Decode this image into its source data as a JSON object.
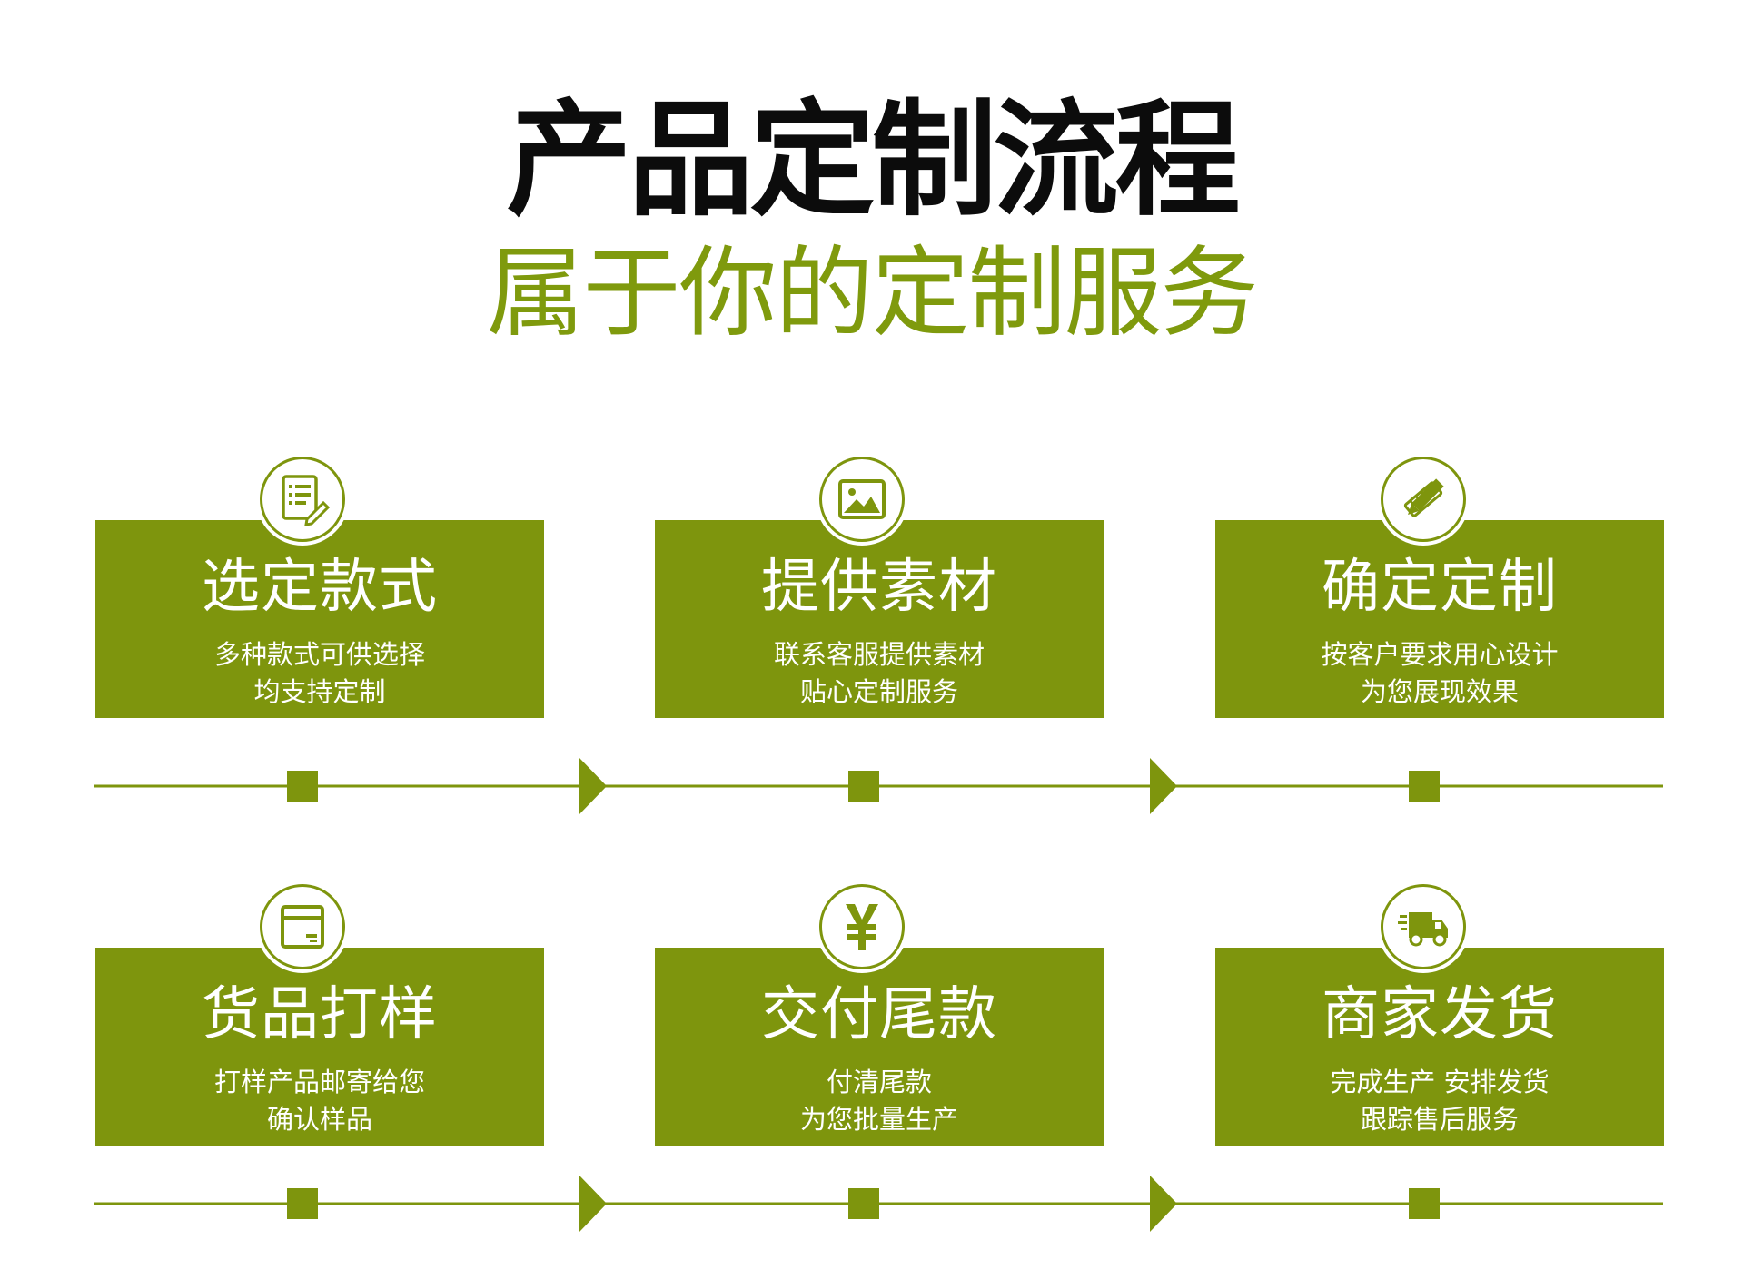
{
  "header": {
    "title": "产品定制流程",
    "subtitle": "属于你的定制服务"
  },
  "colors": {
    "accent": "#7e950d",
    "subtitle": "#7f9a0d",
    "title": "#0c0c0c",
    "background": "#ffffff"
  },
  "steps": [
    {
      "title": "选定款式",
      "desc": [
        "多种款式可供选择",
        "均支持定制"
      ],
      "icon": "document-edit-icon"
    },
    {
      "title": "提供素材",
      "desc": [
        "联系客服提供素材",
        "贴心定制服务"
      ],
      "icon": "image-icon"
    },
    {
      "title": "确定定制",
      "desc": [
        "按客户要求用心设计",
        "为您展现效果"
      ],
      "icon": "pencil-ruler-icon"
    },
    {
      "title": "货品打样",
      "desc": [
        "打样产品邮寄给您",
        "确认样品"
      ],
      "icon": "package-icon"
    },
    {
      "title": "交付尾款",
      "desc": [
        "付清尾款",
        "为您批量生产"
      ],
      "icon": "yen-icon"
    },
    {
      "title": "商家发货",
      "desc": [
        "完成生产 安排发货",
        "跟踪售后服务"
      ],
      "icon": "delivery-truck-icon"
    }
  ]
}
